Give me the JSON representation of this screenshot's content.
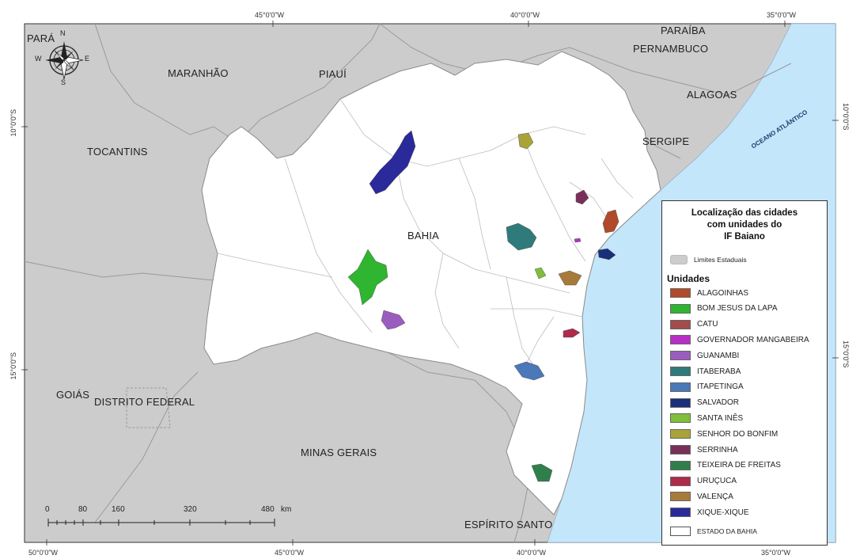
{
  "colors": {
    "background": "#cccccc",
    "ocean": "#c4e6fb",
    "bahia": "#ffffff",
    "borders": "#9a9a9a"
  },
  "coords": {
    "top": [
      "45°0'0\"W",
      "40°0'0\"W",
      "35°0'0\"W"
    ],
    "bottom": [
      "50°0'0\"W",
      "45°0'0\"W",
      "40°0'0\"W",
      "35°0'0\"W"
    ],
    "left": [
      "10°0'0\"S",
      "15°0'0\"S"
    ],
    "right": [
      "10°0'0\"S",
      "15°0'0\"S"
    ]
  },
  "compass": {
    "n": "N",
    "s": "S",
    "e": "E",
    "w": "W"
  },
  "states": {
    "para": "PARÁ",
    "maranhao": "MARANHÃO",
    "piaui": "PIAUÍ",
    "paraiba": "PARAÍBA",
    "pernambuco": "PERNAMBUCO",
    "alagoas": "ALAGOAS",
    "sergipe": "SERGIPE",
    "tocantins": "TOCANTINS",
    "bahia": "BAHIA",
    "goias": "GOIÁS",
    "distrito_federal": "DISTRITO FEDERAL",
    "minas_gerais": "MINAS GERAIS",
    "espirito_santo": "ESPÍRITO SANTO"
  },
  "ocean_label": "OCEANO ATLÂNTICO",
  "legend": {
    "title_lines": [
      "Localização das cidades",
      "com unidades do",
      "IF Baiano"
    ],
    "limits_label": "Limites Estaduais",
    "unidades_title": "Unidades",
    "state_label": "ESTADO DA BAHIA",
    "items": [
      {
        "name": "ALAGOINHAS",
        "color": "#b04a2a"
      },
      {
        "name": "BOM JESUS DA LAPA",
        "color": "#2fb52f"
      },
      {
        "name": "CATU",
        "color": "#a24c4c"
      },
      {
        "name": "GOVERNADOR MANGABEIRA",
        "color": "#b82fc8"
      },
      {
        "name": "GUANAMBI",
        "color": "#9b5cc0"
      },
      {
        "name": "ITABERABA",
        "color": "#2f7b7b"
      },
      {
        "name": "ITAPETINGA",
        "color": "#4a78b8"
      },
      {
        "name": "SALVADOR",
        "color": "#1a2f7a"
      },
      {
        "name": "SANTA INÊS",
        "color": "#7fbf3a"
      },
      {
        "name": "SENHOR DO BONFIM",
        "color": "#a9a33a"
      },
      {
        "name": "SERRINHA",
        "color": "#7a2f5a"
      },
      {
        "name": "TEIXEIRA DE FREITAS",
        "color": "#2f7f4a"
      },
      {
        "name": "URUÇUCA",
        "color": "#b02a4a"
      },
      {
        "name": "VALENÇA",
        "color": "#a87a3a"
      },
      {
        "name": "XIQUE-XIQUE",
        "color": "#2a2a9a"
      }
    ]
  },
  "scale": {
    "ticks": [
      "0",
      "80",
      "160",
      "320",
      "480"
    ],
    "unit": "km"
  }
}
